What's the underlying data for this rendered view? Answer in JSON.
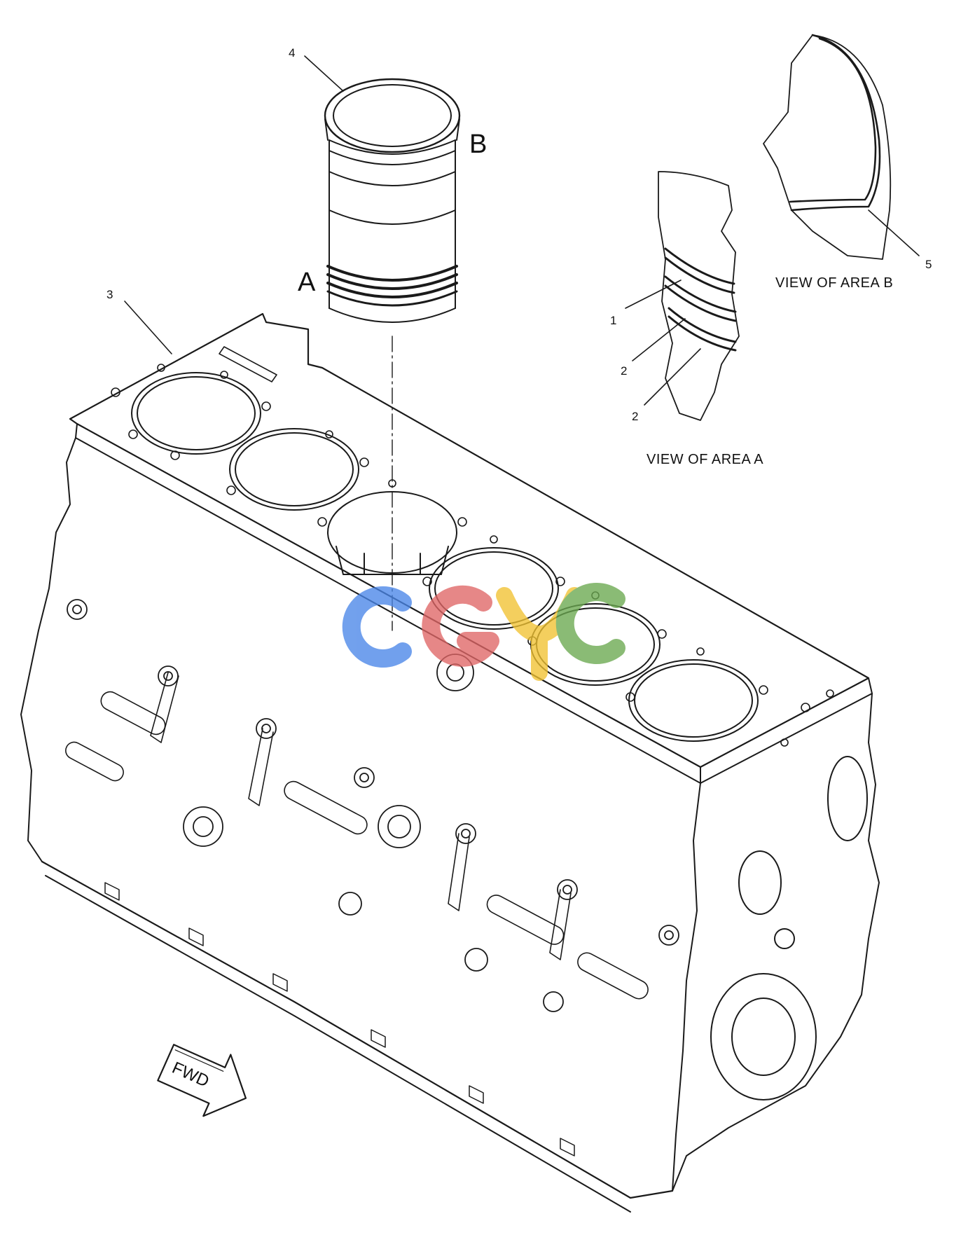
{
  "callouts": {
    "c1": "1",
    "c2a": "2",
    "c2b": "2",
    "c3": "3",
    "c4": "4",
    "c5": "5"
  },
  "area_markers": {
    "a": "A",
    "b": "B"
  },
  "views": {
    "area_a": "VIEW OF AREA  A",
    "area_b": "VIEW OF AREA  B"
  },
  "direction_arrow": {
    "label": "FWD",
    "icon": "forward-arrow-icon"
  },
  "watermark": {
    "text": "CGYC",
    "colors": [
      "#4a86e8",
      "#e06666",
      "#f1c232",
      "#6aa84f"
    ]
  }
}
